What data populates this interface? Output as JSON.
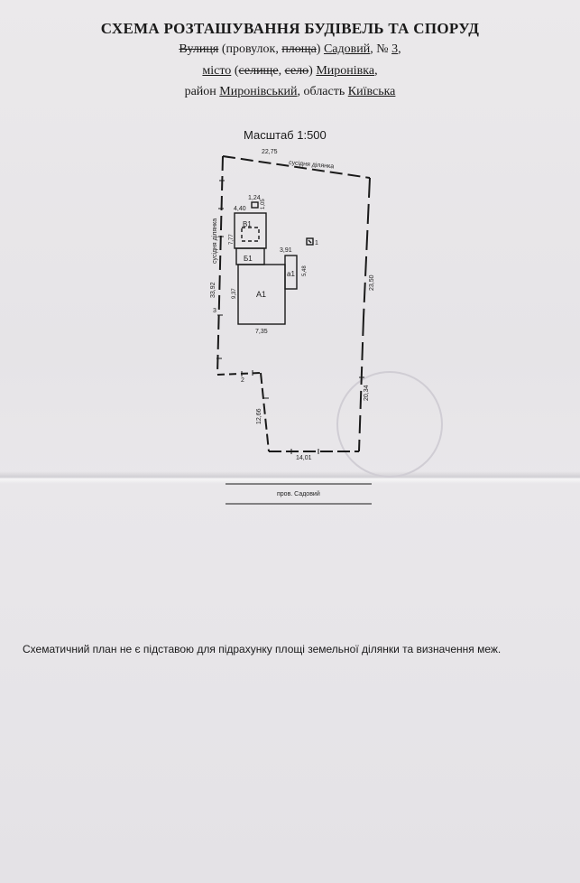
{
  "title": "СХЕМА РОЗТАШУВАННЯ БУДІВЕЛЬ ТА СПОРУД",
  "address": {
    "street_type_1": "Вулиця",
    "street_type_2": "провулок",
    "street_type_3": "площа",
    "street_name": "Садовий",
    "number_prefix": "№",
    "number": "3",
    "settlement_type_1": "місто",
    "settlement_type_2": "селище",
    "settlement_type_3": "село",
    "settlement_name": "Миронівка",
    "district_word": "район",
    "district_name": "Миронівський",
    "region_word": "область",
    "region_name": "Київська"
  },
  "scale_label": "Масштаб 1:500",
  "plan": {
    "top_dimension": "22,75",
    "top_neighbor": "сусідня ділянка",
    "left_neighbor": "сусідня ділянка",
    "left_dimension": "33,92",
    "right_upper_dimension": "23,50",
    "right_lower_dimension": "20,34",
    "bottom_dimension": "14,01",
    "left_lower_dimension": "12,66",
    "step_dimension": "2",
    "left_small_number": "3",
    "street_label": "пров. Садовий",
    "buildings": {
      "small_top_width": "1,24",
      "small_top_height": "1,05",
      "b1_upper_width": "4,40",
      "b1_upper_label": "В1",
      "b1_height": "7,77",
      "b1_lower_label": "Б1",
      "a1_label": "А1",
      "a1_height": "9,37",
      "a1_width": "7,35",
      "a1_small_label": "а1",
      "a1_small_width": "3,91",
      "a1_small_height": "5,48",
      "well_label": "1"
    }
  },
  "note": "Схематичний план не є підставою для підрахунку площі земельної ділянки та визначення меж."
}
